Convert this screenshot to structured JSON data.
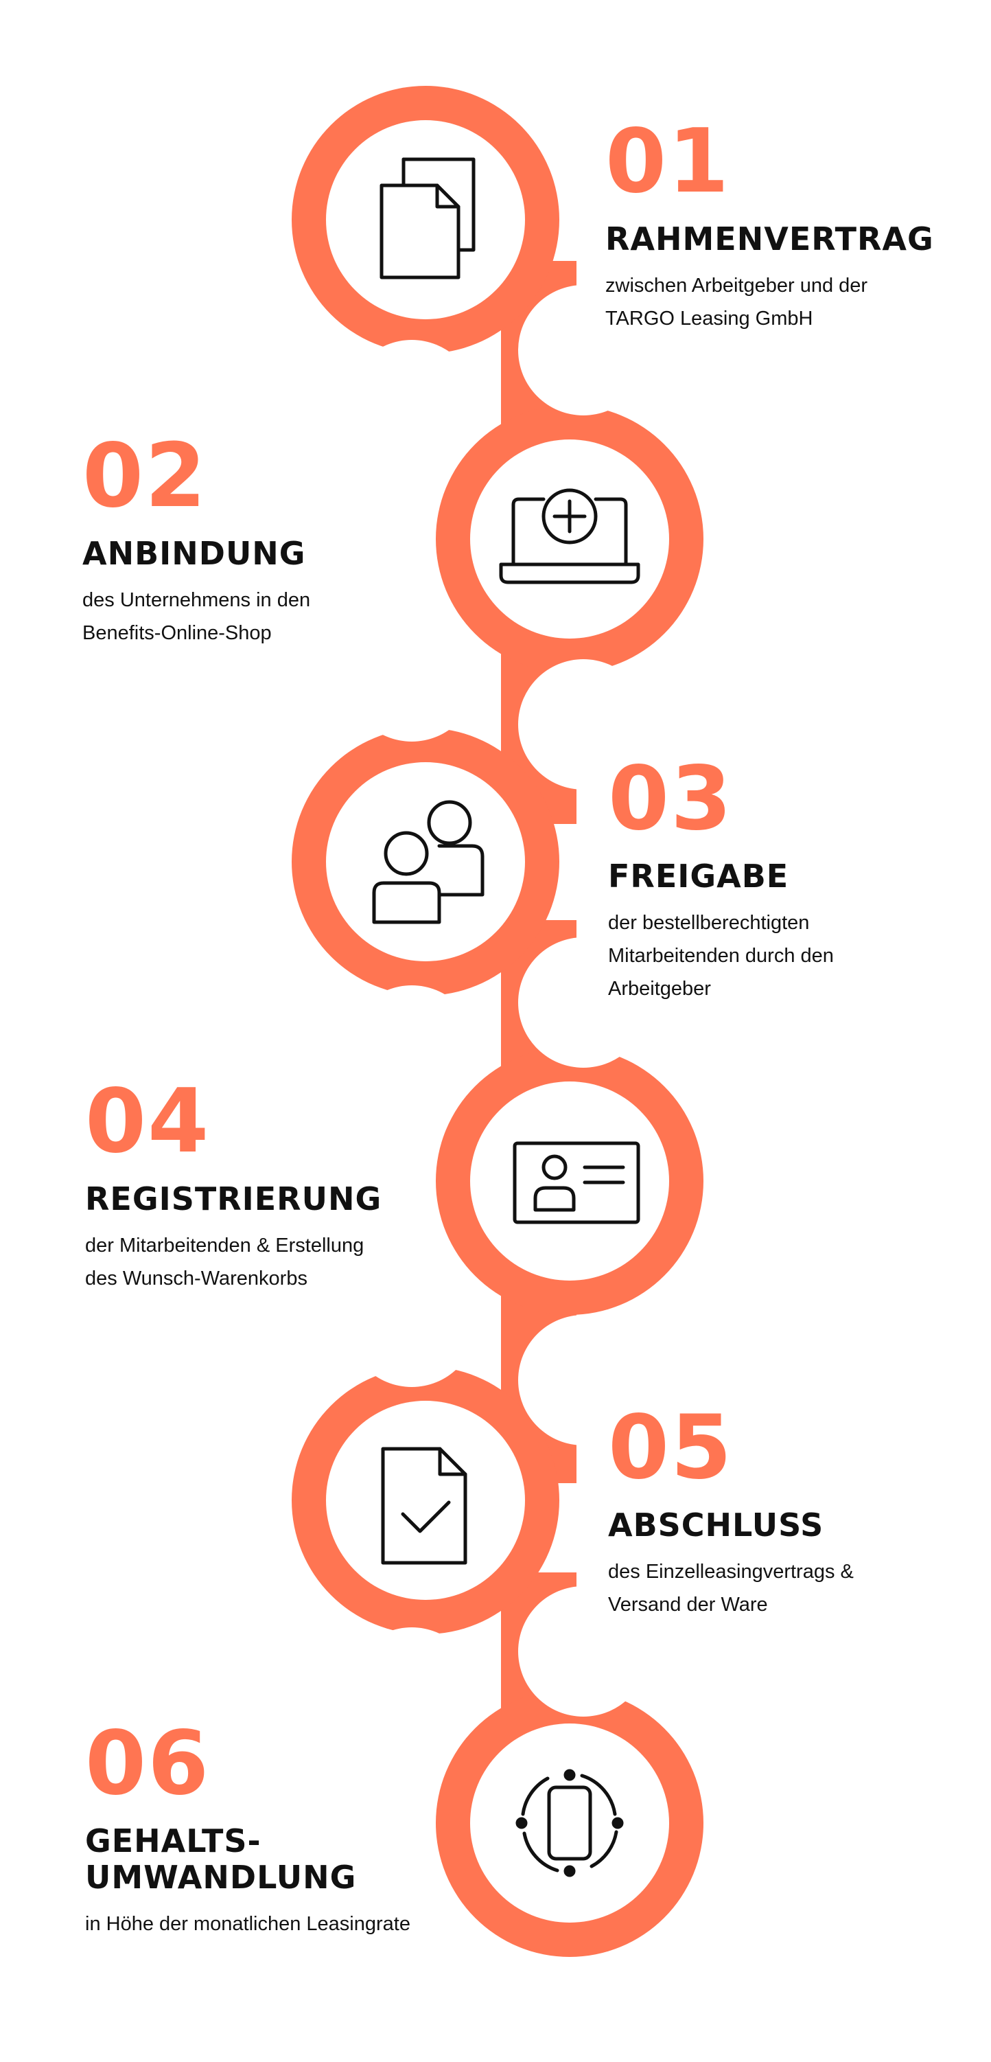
{
  "colors": {
    "accent": "#FF7552",
    "text": "#111111",
    "icon": "#111111",
    "background": "#FFFFFF"
  },
  "steps": [
    {
      "number": "01",
      "title": "RAHMENVERTRAG",
      "description": "zwischen Arbeitgeber und der\nTARGO Leasing GmbH",
      "icon": "documents-icon"
    },
    {
      "number": "02",
      "title": "ANBINDUNG",
      "description": "des Unternehmens in den\nBenefits-Online-Shop",
      "icon": "laptop-plus-icon"
    },
    {
      "number": "03",
      "title": "FREIGABE",
      "description": "der bestellberechtigten\nMitarbeitenden durch den\nArbeitgeber",
      "icon": "users-icon"
    },
    {
      "number": "04",
      "title": "REGISTRIERUNG",
      "description": "der Mitarbeitenden & Erstellung\ndes Wunsch-Warenkorbs",
      "icon": "id-card-icon"
    },
    {
      "number": "05",
      "title": "ABSCHLUSS",
      "description": "des Einzelleasingvertrags &\nVersand der Ware",
      "icon": "document-check-icon"
    },
    {
      "number": "06",
      "title": "GEHALTS-\nUMWANDLUNG",
      "description": "in Höhe der monatlichen Leasingrate",
      "icon": "tablet-cycle-icon"
    }
  ]
}
